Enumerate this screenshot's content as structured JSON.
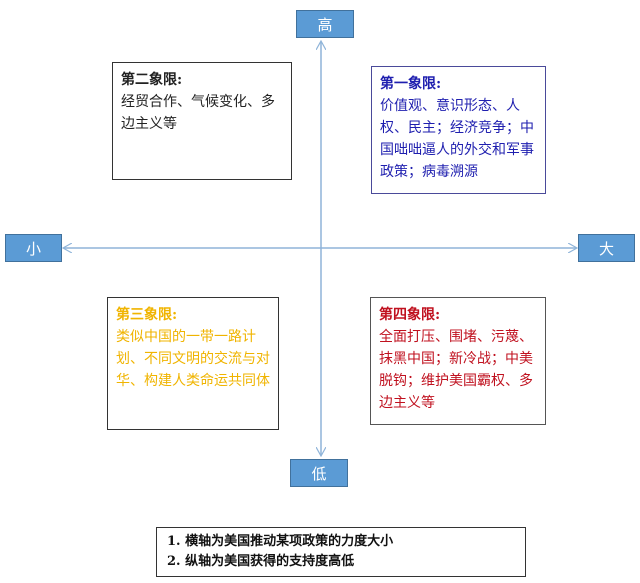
{
  "axes": {
    "top": "高",
    "bottom": "低",
    "left": "小",
    "right": "大"
  },
  "quadrants": {
    "q1": {
      "title": "第一象限:",
      "body": "价值观、意识形态、人权、民主；经济竞争；中国咄咄逼人的外交和军事政策；病毒溯源"
    },
    "q2": {
      "title": "第二象限:",
      "body": "经贸合作、气候变化、多边主义等"
    },
    "q3": {
      "title": "第三象限:",
      "body": "类似中国的一带一路计划、不同文明的交流与对华、构建人类命运共同体"
    },
    "q4": {
      "title": "第四象限:",
      "body": "全面打压、围堵、污蔑、抹黑中国；新冷战；中美脱钩；维护美国霸权、多边主义等"
    }
  },
  "notes": [
    "1.  横轴为美国推动某项政策的力度大小",
    "2.  纵轴为美国获得的支持度高低"
  ],
  "colors": {
    "axis_line": "#8fb4d9",
    "axis_label_bg": "#5b9bd5",
    "q1_text": "#1f1faf",
    "q3_text": "#f0b400",
    "q4_text": "#c0111f"
  }
}
